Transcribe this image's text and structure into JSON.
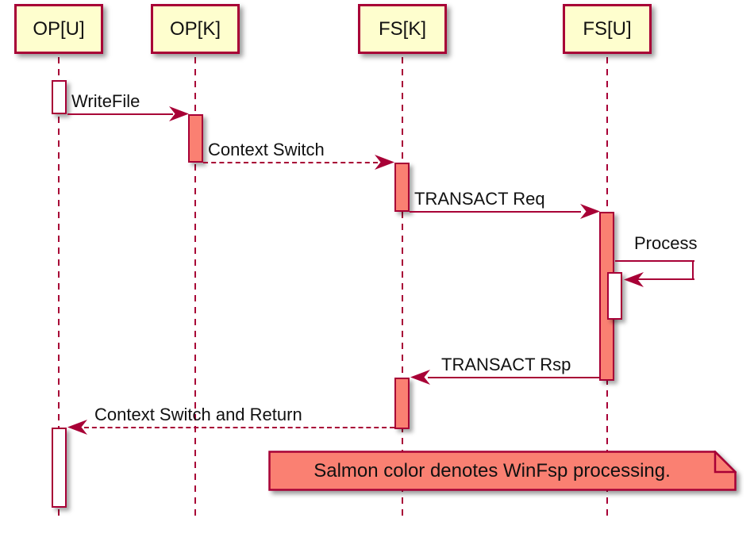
{
  "diagram_type": "sequence",
  "colors": {
    "border": "#A80036",
    "salmon": "#FA8072",
    "cream": "#FEFECE",
    "bg": "#FFFFFF",
    "text": "#111111"
  },
  "participants": [
    {
      "label": "OP[U]"
    },
    {
      "label": "OP[K]"
    },
    {
      "label": "FS[K]"
    },
    {
      "label": "FS[U]"
    }
  ],
  "messages": [
    {
      "label": "WriteFile",
      "from": "OP[U]",
      "to": "OP[K]",
      "line": "solid"
    },
    {
      "label": "Context Switch",
      "from": "OP[K]",
      "to": "FS[K]",
      "line": "dashed"
    },
    {
      "label": "TRANSACT Req",
      "from": "FS[K]",
      "to": "FS[U]",
      "line": "solid"
    },
    {
      "label": "Process",
      "from": "FS[U]",
      "to": "FS[U]",
      "line": "self"
    },
    {
      "label": "TRANSACT Rsp",
      "from": "FS[U]",
      "to": "FS[K]",
      "line": "solid"
    },
    {
      "label": "Context Switch and Return",
      "from": "FS[K]",
      "to": "OP[U]",
      "line": "dashed"
    }
  ],
  "activations": [
    {
      "participant": "OP[U]",
      "color": "white"
    },
    {
      "participant": "OP[K]",
      "color": "salmon"
    },
    {
      "participant": "FS[K]",
      "color": "salmon"
    },
    {
      "participant": "FS[U]",
      "color": "salmon"
    },
    {
      "participant": "FS[U]",
      "color": "white",
      "nested": true
    },
    {
      "participant": "FS[K]",
      "color": "salmon"
    },
    {
      "participant": "OP[U]",
      "color": "white"
    }
  ],
  "note": {
    "text": "Salmon color denotes WinFsp processing."
  }
}
